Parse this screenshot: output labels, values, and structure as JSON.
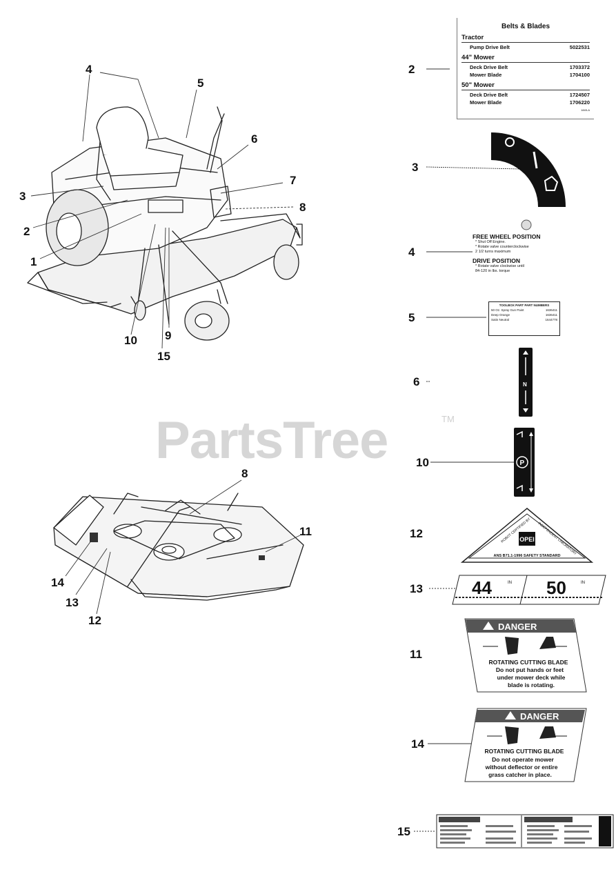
{
  "watermark": {
    "text": "PartsTree",
    "tm": "TM"
  },
  "callouts": {
    "c1": "1",
    "c2": "2",
    "c3": "3",
    "c4": "4",
    "c5": "5",
    "c6": "6",
    "c7": "7",
    "c8": "8",
    "c9": "9",
    "c10": "10",
    "c11": "11",
    "c12": "12",
    "c13": "13",
    "c14": "14",
    "c15": "15"
  },
  "belts_decal": {
    "title": "Belts & Blades",
    "tractor": "Tractor",
    "pump_label": "Pump Drive Belt",
    "pump_code": "5022531",
    "mower44": "44\" Mower",
    "deck44_label": "Deck Drive Belt",
    "deck44_code": "1703372",
    "blade44_label": "Mower Blade",
    "blade44_code": "1704100",
    "mower50": "50\" Mower",
    "deck50_label": "Deck Drive Belt",
    "deck50_code": "1724507",
    "blade50_label": "Mower Blade",
    "blade50_code": "1706220",
    "part_no": "1845-A"
  },
  "freewheel_decal": {
    "h1": "FREE WHEEL POSITION",
    "l1": "* Shut Off Engine.",
    "l2": "* Rotate valve counterclockwise",
    "l3": "  2 1/2 turns maximum",
    "h2": "DRIVE POSITION",
    "l4": "* Rotate valve clockwise until",
    "l5": "  84-120 in lbs. torque"
  },
  "toolbox_decal": {
    "title": "TOOLBOX PART PART NUMBERS",
    "r1_label": "50 Oz. Spray Gun Paint",
    "r1_code": "1636411",
    "r2_label": "Deep Orange",
    "r2_code": "1636411",
    "r3_label": "Satin Neutral",
    "r3_code": "1644778"
  },
  "size_decal": {
    "a": "44",
    "a_unit": "IN",
    "b": "50",
    "b_unit": "IN"
  },
  "safety_decal": {
    "line1": "ROBOT CERTIFIED BY",
    "line2": "INDEPENDENT LABORATORY",
    "standard": "ANS B71.1-1996 SAFETY STANDARD",
    "logo": "OPEI"
  },
  "danger11": {
    "header": "DANGER",
    "title": "ROTATING CUTTING BLADE",
    "l1": "Do not put hands or feet",
    "l2": "under mower deck while",
    "l3": "blade is rotating."
  },
  "danger14": {
    "header": "DANGER",
    "title": "ROTATING CUTTING BLADE",
    "l1": "Do not operate mower",
    "l2": "without deflector or entire",
    "l3": "grass catcher in place."
  }
}
